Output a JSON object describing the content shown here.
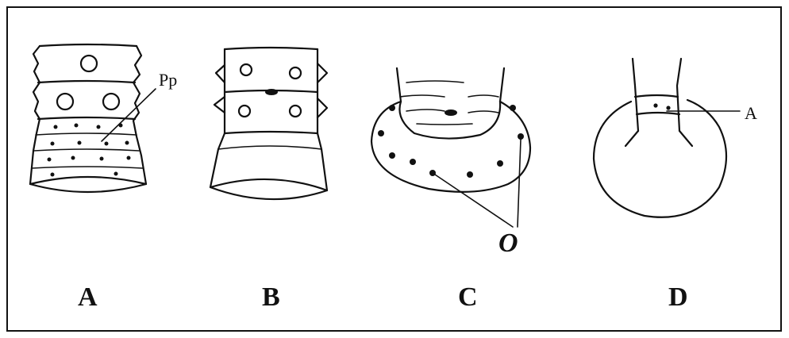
{
  "panels": [
    {
      "label": "A"
    },
    {
      "label": "B"
    },
    {
      "label": "C"
    },
    {
      "label": "D"
    }
  ],
  "callouts": {
    "pp": "Pp",
    "o": "O",
    "a": "A"
  }
}
